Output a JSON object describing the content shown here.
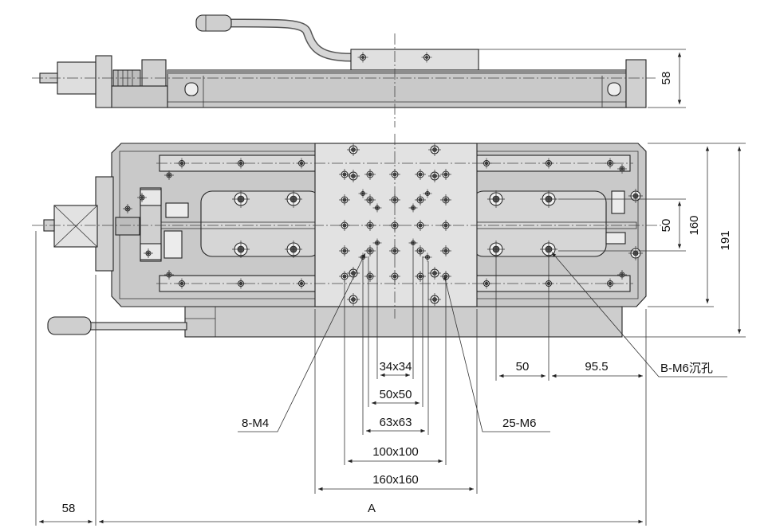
{
  "side_view": {
    "height_dim": "58"
  },
  "plan_view": {
    "hole_spacing_dim": "50",
    "table_width_dim": "160",
    "overall_width_dim": "191"
  },
  "bottom_dims": {
    "hole_pitch": "50",
    "end_offset": "95.5"
  },
  "callouts": {
    "counterbore": "B-M6沉孔",
    "m4_holes": "8-M4",
    "m6_holes": "25-M6"
  },
  "pattern_dims": [
    "34x34",
    "50x50",
    "63x63",
    "100x100",
    "160x160"
  ],
  "length_dims": {
    "motor": "58",
    "stroke_length": "A"
  },
  "colors": {
    "body": "#c9c9c9",
    "table": "#e2e2e2",
    "line": "#222222"
  }
}
